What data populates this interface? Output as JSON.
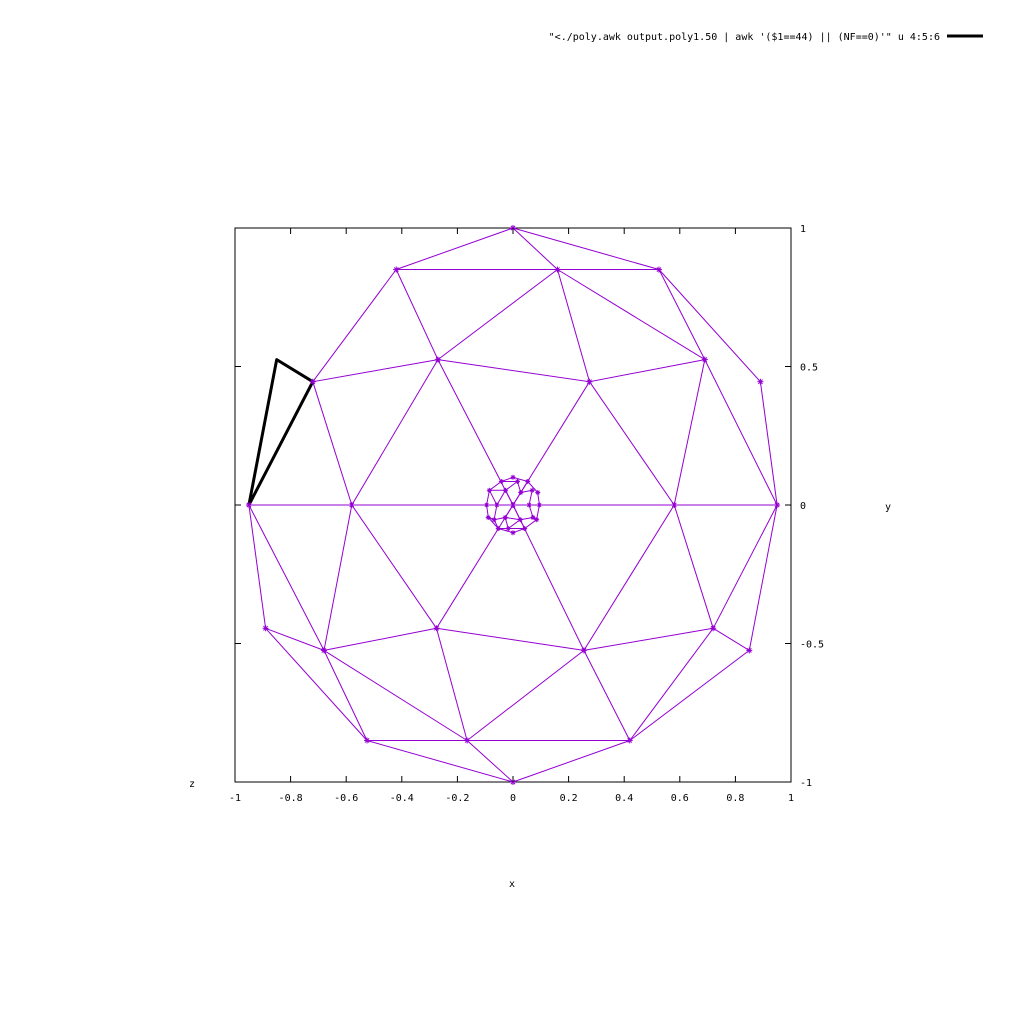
{
  "chart_data": {
    "type": "line",
    "title": "",
    "xlabel": "x",
    "ylabel": "y",
    "zlabel": "z",
    "xlim": [
      -1,
      1
    ],
    "ylim": [
      -1,
      1
    ],
    "grid": false,
    "legend_position": "top-right",
    "x_ticks": [
      "-1",
      "-0.8",
      "-0.6",
      "-0.4",
      "-0.2",
      "0",
      "0.2",
      "0.4",
      "0.6",
      "0.8",
      "1"
    ],
    "y_ticks": [
      "1",
      "0.5",
      "0",
      "-0.5",
      "-1"
    ],
    "colors": {
      "mesh": "#9400d3",
      "highlight": "#000000",
      "frame": "#000000"
    },
    "series": [
      {
        "name": "\"<./poly.awk output.poly1.50 | awk '($1==44) || (NF==0)'\" u 4:5:6",
        "style": "highlight",
        "segments": [
          [
            [
              -0.95,
              0.0
            ],
            [
              -0.85,
              0.525
            ],
            [
              -0.72,
              0.445
            ],
            [
              -0.95,
              0.0
            ]
          ]
        ]
      },
      {
        "name": "",
        "style": "mesh",
        "segments": [
          [
            [
              -0.95,
              0.0
            ],
            [
              -0.58,
              0.0
            ],
            [
              0.0,
              0.0
            ],
            [
              0.58,
              0.0
            ],
            [
              0.95,
              0.0
            ]
          ],
          [
            [
              -0.95,
              0.0
            ],
            [
              -0.72,
              0.445
            ]
          ],
          [
            [
              -0.95,
              0.0
            ],
            [
              -0.68,
              -0.525
            ]
          ],
          [
            [
              -0.95,
              0.0
            ],
            [
              -0.89,
              -0.445
            ]
          ],
          [
            [
              -0.89,
              -0.445
            ],
            [
              -0.68,
              -0.525
            ]
          ],
          [
            [
              -0.89,
              -0.445
            ],
            [
              -0.525,
              -0.85
            ]
          ],
          [
            [
              -0.72,
              0.445
            ],
            [
              -0.58,
              0.0
            ]
          ],
          [
            [
              -0.72,
              0.445
            ],
            [
              -0.42,
              0.85
            ]
          ],
          [
            [
              -0.72,
              0.445
            ],
            [
              -0.27,
              0.525
            ]
          ],
          [
            [
              -0.42,
              0.85
            ],
            [
              0.0,
              1.0
            ]
          ],
          [
            [
              -0.42,
              0.85
            ],
            [
              0.16,
              0.85
            ]
          ],
          [
            [
              -0.42,
              0.85
            ],
            [
              -0.27,
              0.525
            ]
          ],
          [
            [
              0.0,
              1.0
            ],
            [
              0.16,
              0.85
            ]
          ],
          [
            [
              0.0,
              1.0
            ],
            [
              0.525,
              0.85
            ]
          ],
          [
            [
              0.16,
              0.85
            ],
            [
              0.525,
              0.85
            ]
          ],
          [
            [
              0.16,
              0.85
            ],
            [
              -0.27,
              0.525
            ]
          ],
          [
            [
              0.16,
              0.85
            ],
            [
              0.275,
              0.445
            ]
          ],
          [
            [
              0.16,
              0.85
            ],
            [
              0.69,
              0.525
            ]
          ],
          [
            [
              0.525,
              0.85
            ],
            [
              0.69,
              0.525
            ]
          ],
          [
            [
              0.525,
              0.85
            ],
            [
              0.89,
              0.445
            ]
          ],
          [
            [
              -0.27,
              0.525
            ],
            [
              0.275,
              0.445
            ]
          ],
          [
            [
              -0.27,
              0.525
            ],
            [
              -0.58,
              0.0
            ]
          ],
          [
            [
              -0.27,
              0.525
            ],
            [
              0.0,
              0.0
            ]
          ],
          [
            [
              0.275,
              0.445
            ],
            [
              0.69,
              0.525
            ]
          ],
          [
            [
              0.275,
              0.445
            ],
            [
              0.0,
              0.0
            ]
          ],
          [
            [
              0.275,
              0.445
            ],
            [
              0.58,
              0.0
            ]
          ],
          [
            [
              0.69,
              0.525
            ],
            [
              0.58,
              0.0
            ]
          ],
          [
            [
              0.69,
              0.525
            ],
            [
              0.95,
              0.0
            ]
          ],
          [
            [
              0.89,
              0.445
            ],
            [
              0.95,
              0.0
            ]
          ],
          [
            [
              0.95,
              0.0
            ],
            [
              0.72,
              -0.445
            ]
          ],
          [
            [
              0.95,
              0.0
            ],
            [
              0.85,
              -0.525
            ]
          ],
          [
            [
              0.85,
              -0.525
            ],
            [
              0.72,
              -0.445
            ]
          ],
          [
            [
              0.85,
              -0.525
            ],
            [
              0.42,
              -0.85
            ]
          ],
          [
            [
              0.58,
              0.0
            ],
            [
              0.72,
              -0.445
            ]
          ],
          [
            [
              0.58,
              0.0
            ],
            [
              0.255,
              -0.525
            ]
          ],
          [
            [
              0.0,
              0.0
            ],
            [
              0.255,
              -0.525
            ]
          ],
          [
            [
              0.0,
              0.0
            ],
            [
              -0.275,
              -0.445
            ]
          ],
          [
            [
              -0.58,
              0.0
            ],
            [
              -0.275,
              -0.445
            ]
          ],
          [
            [
              -0.58,
              0.0
            ],
            [
              -0.68,
              -0.525
            ]
          ],
          [
            [
              -0.68,
              -0.525
            ],
            [
              -0.275,
              -0.445
            ]
          ],
          [
            [
              -0.68,
              -0.525
            ],
            [
              -0.525,
              -0.85
            ]
          ],
          [
            [
              -0.68,
              -0.525
            ],
            [
              -0.165,
              -0.85
            ]
          ],
          [
            [
              -0.275,
              -0.445
            ],
            [
              -0.165,
              -0.85
            ]
          ],
          [
            [
              -0.275,
              -0.445
            ],
            [
              0.255,
              -0.525
            ]
          ],
          [
            [
              0.255,
              -0.525
            ],
            [
              0.72,
              -0.445
            ]
          ],
          [
            [
              0.255,
              -0.525
            ],
            [
              -0.165,
              -0.85
            ]
          ],
          [
            [
              0.255,
              -0.525
            ],
            [
              0.42,
              -0.85
            ]
          ],
          [
            [
              0.72,
              -0.445
            ],
            [
              0.42,
              -0.85
            ]
          ],
          [
            [
              -0.525,
              -0.85
            ],
            [
              -0.165,
              -0.85
            ]
          ],
          [
            [
              -0.165,
              -0.85
            ],
            [
              0.42,
              -0.85
            ]
          ],
          [
            [
              -0.525,
              -0.85
            ],
            [
              0.0,
              -1.0
            ]
          ],
          [
            [
              -0.165,
              -0.85
            ],
            [
              0.0,
              -1.0
            ]
          ],
          [
            [
              0.42,
              -0.85
            ],
            [
              0.0,
              -1.0
            ]
          ]
        ]
      },
      {
        "name": "",
        "style": "mesh-inner",
        "segments": [
          [
            [
              -0.095,
              0.0
            ],
            [
              -0.085,
              0.053
            ],
            [
              -0.042,
              0.085
            ],
            [
              0.0,
              0.1
            ],
            [
              0.053,
              0.085
            ],
            [
              0.089,
              0.045
            ],
            [
              0.095,
              0.0
            ],
            [
              0.085,
              -0.053
            ],
            [
              0.042,
              -0.085
            ],
            [
              0.0,
              -0.1
            ],
            [
              -0.053,
              -0.085
            ],
            [
              -0.089,
              -0.045
            ],
            [
              -0.095,
              0.0
            ]
          ],
          [
            [
              -0.085,
              0.053
            ],
            [
              -0.027,
              0.053
            ],
            [
              0.016,
              0.085
            ],
            [
              -0.042,
              0.085
            ]
          ],
          [
            [
              -0.095,
              0.0
            ],
            [
              -0.058,
              0.0
            ],
            [
              0.0,
              0.0
            ],
            [
              0.058,
              0.0
            ],
            [
              0.095,
              0.0
            ]
          ],
          [
            [
              -0.058,
              0.0
            ],
            [
              -0.027,
              0.053
            ],
            [
              0.0,
              0.0
            ],
            [
              0.028,
              0.045
            ],
            [
              0.069,
              0.053
            ],
            [
              0.058,
              0.0
            ]
          ],
          [
            [
              0.016,
              0.085
            ],
            [
              0.028,
              0.045
            ],
            [
              0.053,
              0.085
            ]
          ],
          [
            [
              -0.085,
              0.053
            ],
            [
              -0.058,
              0.0
            ]
          ],
          [
            [
              -0.068,
              -0.053
            ],
            [
              -0.028,
              -0.045
            ],
            [
              0.026,
              -0.053
            ],
            [
              0.072,
              -0.045
            ]
          ],
          [
            [
              -0.058,
              0.0
            ],
            [
              -0.068,
              -0.053
            ],
            [
              -0.053,
              -0.085
            ],
            [
              -0.017,
              -0.085
            ],
            [
              0.042,
              -0.085
            ]
          ],
          [
            [
              -0.028,
              -0.045
            ],
            [
              -0.017,
              -0.085
            ],
            [
              0.026,
              -0.053
            ],
            [
              0.042,
              -0.085
            ]
          ],
          [
            [
              0.0,
              0.0
            ],
            [
              -0.028,
              -0.045
            ]
          ],
          [
            [
              0.0,
              0.0
            ],
            [
              0.026,
              -0.053
            ]
          ],
          [
            [
              0.058,
              0.0
            ],
            [
              0.072,
              -0.045
            ],
            [
              0.085,
              -0.053
            ]
          ],
          [
            [
              -0.089,
              -0.045
            ],
            [
              -0.068,
              -0.053
            ]
          ]
        ]
      }
    ]
  }
}
